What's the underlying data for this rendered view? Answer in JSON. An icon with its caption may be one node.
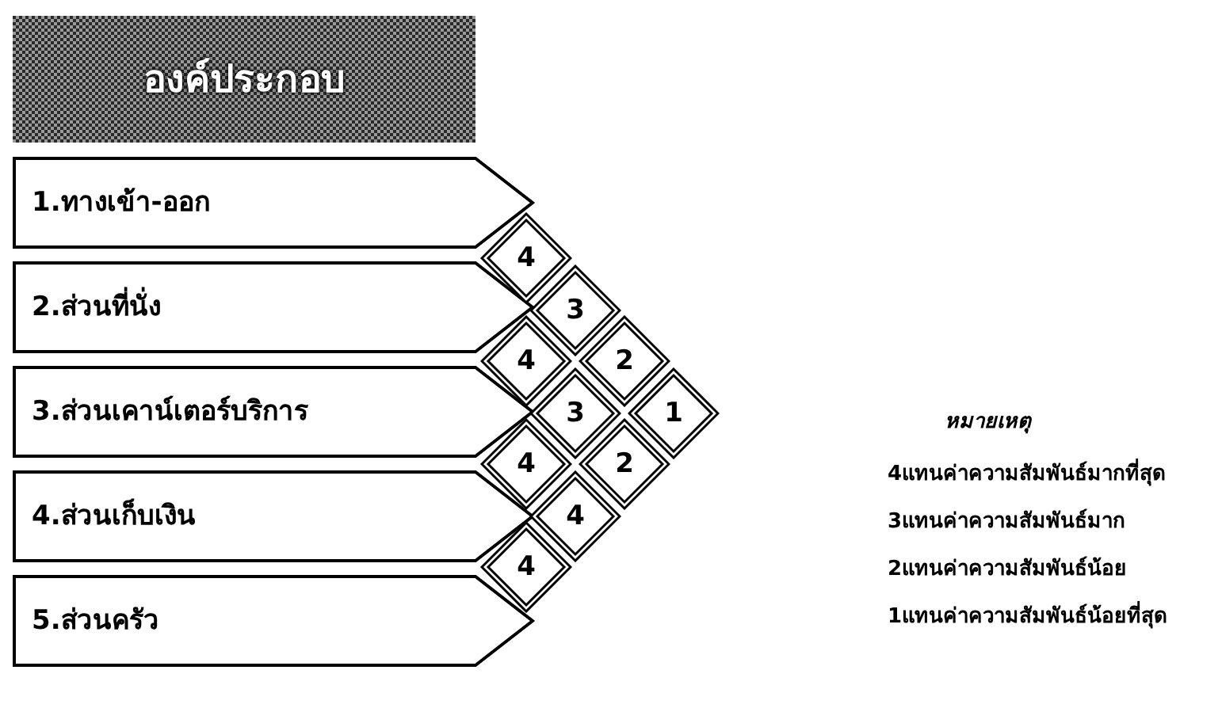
{
  "diagram": {
    "title": "องค์ประกอบ",
    "nodes": [
      {
        "text": [
          "1.ทางเข้า-ออก"
        ]
      },
      {
        "text": [
          "2.ส่วนที่นั่ง"
        ]
      },
      {
        "text": [
          "3.ส่วนเคาน์เตอร์บริการ"
        ]
      },
      {
        "text": [
          "4.ส่วนเก็บเงิน"
        ]
      },
      {
        "text": [
          "5.ส่วนครัว"
        ]
      },
      {
        "text": [
          "4"
        ]
      },
      {
        "text": [
          "3"
        ]
      },
      {
        "text": [
          "4"
        ]
      },
      {
        "text": [
          "2"
        ]
      },
      {
        "text": [
          "3"
        ]
      },
      {
        "text": [
          "4"
        ]
      },
      {
        "text": [
          "1"
        ]
      },
      {
        "text": [
          "2"
        ]
      },
      {
        "text": [
          "4"
        ]
      },
      {
        "text": [
          "4"
        ]
      }
    ],
    "labels": [
      "หมายเหตุ",
      "4แทนค่าความสัมพันธ์มากที่สุด",
      "3แทนค่าความสัมพันธ์มาก",
      "2แทนค่าความสัมพันธ์น้อย",
      "1แทนค่าความสัมพันธ์น้อยที่สุด"
    ]
  }
}
